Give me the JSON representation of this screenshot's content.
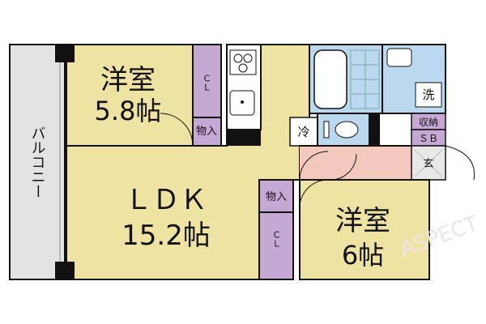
{
  "rooms": {
    "western1": {
      "name": "洋室",
      "size": "5.8帖"
    },
    "ldk": {
      "name": "ＬＤＫ",
      "size": "15.2帖"
    },
    "western2": {
      "name": "洋室",
      "size": "6帖"
    }
  },
  "labels": {
    "balcony": "バルコニー",
    "closet": "ＣＬ",
    "storage": "物入",
    "fridge": "冷",
    "washer": "洗",
    "storage2": "収納",
    "shoebox": "ＳＢ",
    "entrance": "玄"
  },
  "watermark": "ASPECT",
  "colors": {
    "room": "#efe3a4",
    "closet": "#c6a8d4",
    "wet": "#bcd8ee",
    "entry": "#f3c9bd",
    "balcony": "#e3e3e3",
    "wall": "#111111"
  }
}
